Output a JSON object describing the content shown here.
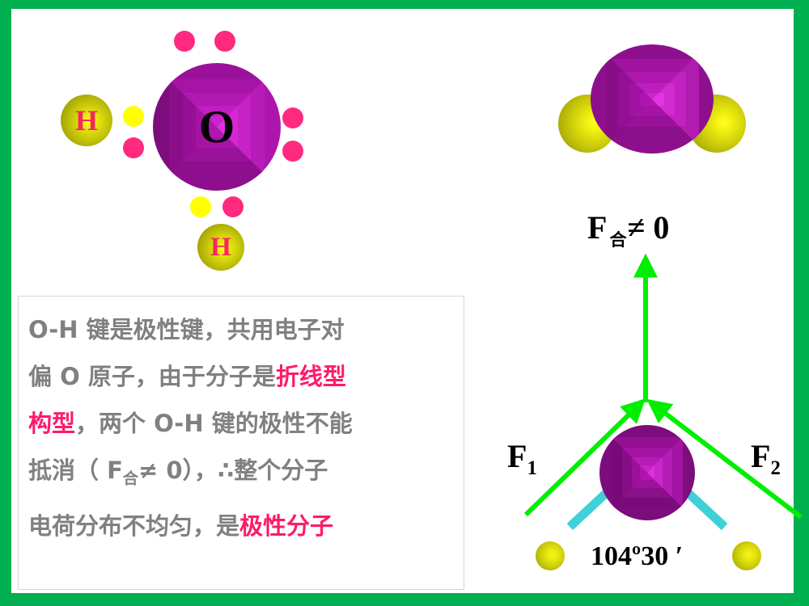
{
  "slide": {
    "title": "H2O polar molecule illustration",
    "border_color": "#00b050",
    "background": "#ffffff"
  },
  "lewis_diagram": {
    "name": "water-lewis-structure",
    "central_atom_label": "O",
    "hydrogen_left_label": "H",
    "hydrogen_bottom_label": "H",
    "oxygen_color": "#8d0f8d",
    "hydrogen_color": "#c9c90a",
    "electron_pink_color": "#ff2a7f",
    "electron_yellow_color": "#ffff00",
    "electron_dots": [
      {
        "id": "top-left-pair-a",
        "color": "pink"
      },
      {
        "id": "top-left-pair-b",
        "color": "pink"
      },
      {
        "id": "right-pair-a",
        "color": "pink"
      },
      {
        "id": "right-pair-b",
        "color": "pink"
      },
      {
        "id": "bond-left-shared-h",
        "color": "yellow"
      },
      {
        "id": "bond-left-shared-o",
        "color": "pink"
      },
      {
        "id": "bond-bottom-shared-h",
        "color": "yellow"
      },
      {
        "id": "bond-bottom-shared-o",
        "color": "pink"
      }
    ]
  },
  "space_filling_model": {
    "name": "water-space-filling-model",
    "oxygen_color": "#a213a2",
    "hydrogen_color": "#d9d90c"
  },
  "net_force": {
    "symbol": "F",
    "subscript": "合",
    "relation": "≠ 0",
    "full_text": "F合 ≠ 0",
    "arrow_color": "#00ee00"
  },
  "force_diagram": {
    "name": "water-bond-dipole-vectors",
    "f1_label": "F",
    "f1_sub": "1",
    "f2_label": "F",
    "f2_sub": "2",
    "bond_angle": "104º30 ′",
    "bond_color": "#3fd0d8",
    "vector_color": "#00ee00",
    "oxygen_color": "#7d0c7d",
    "hydrogen_color": "#c9c90a"
  },
  "explanation": {
    "name": "polarity-explanation-text",
    "highlight_color": "#ff1a6b",
    "body_color": "#808080",
    "lines": [
      {
        "segments": [
          {
            "text": "O-H 键是极性键，共用电子对",
            "highlight": false
          }
        ]
      },
      {
        "segments": [
          {
            "text": "偏 O 原子，由于分子是",
            "highlight": false
          },
          {
            "text": "折线型",
            "highlight": true
          }
        ]
      },
      {
        "segments": [
          {
            "text": "构型",
            "highlight": true
          },
          {
            "text": "，两个 O-H 键的极性不能",
            "highlight": false
          }
        ]
      },
      {
        "segments": [
          {
            "text": "抵消（ F",
            "highlight": false
          },
          {
            "text": "合",
            "highlight": false,
            "sub": true
          },
          {
            "text": "≠ 0），∴整个分子",
            "highlight": false
          }
        ]
      },
      {
        "segments": [
          {
            "text": "电荷分布不均匀，是",
            "highlight": false
          },
          {
            "text": "极性分子",
            "highlight": true
          }
        ]
      }
    ]
  }
}
